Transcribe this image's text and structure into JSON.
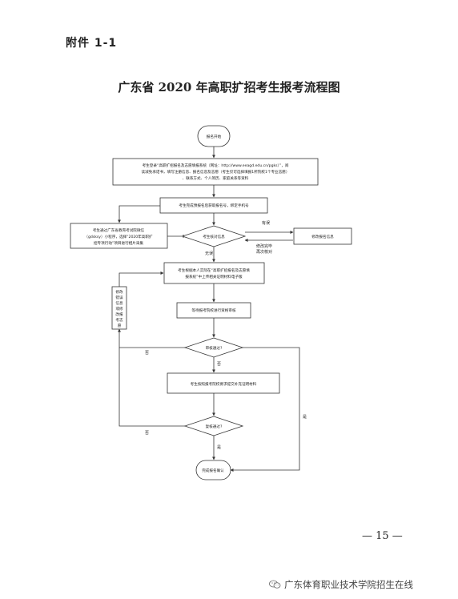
{
  "attachment_label": "附件 1-1",
  "title": "广东省 2020 年高职扩招考生报考流程图",
  "nodes": {
    "start": "报名开始",
    "step1": [
      "考生登录“高职扩招报名及志愿填报系统（网址：http://www.eeagd.edu.cn/pgks）”，阅",
      "读减免承诺书，填写注册信息、报名信息及志愿（考生仅可选择填报1所院校1个专业志愿）",
      "、联系方式、个人简历、家庭关系等资料"
    ],
    "step2": "考生完成预报名后获取报名号，绑定手机号",
    "step3": [
      "考生通过广东省教育考试院微信",
      "（gdsksy）小程序，选择“2020年高职扩",
      "招专项行动”项目进行相片采集"
    ],
    "decision1": "考生核对信息",
    "modify_info": "修改报名信息",
    "step4": [
      "考生根据本人实际在“高职扩招报名及志愿填",
      "报系统”中上传相关证明材料电子版"
    ],
    "step5": "等待报考院校进行资格审核",
    "decision2": "审核通过?",
    "step6": "考生按照报考院校要求提交补充证明材料",
    "decision3": "复核通过?",
    "end": "完成报名确认",
    "side_box": [
      "修改",
      "错误",
      "信息",
      "或修",
      "改报",
      "考志",
      "愿"
    ]
  },
  "edge_labels": {
    "error": "有误",
    "no_error": "无误",
    "recheck": [
      "修改完毕",
      "再次核对"
    ],
    "no": "否",
    "yes": "是"
  },
  "page_number": "— 15 —",
  "footer": "广东体育职业技术学院招生在线"
}
